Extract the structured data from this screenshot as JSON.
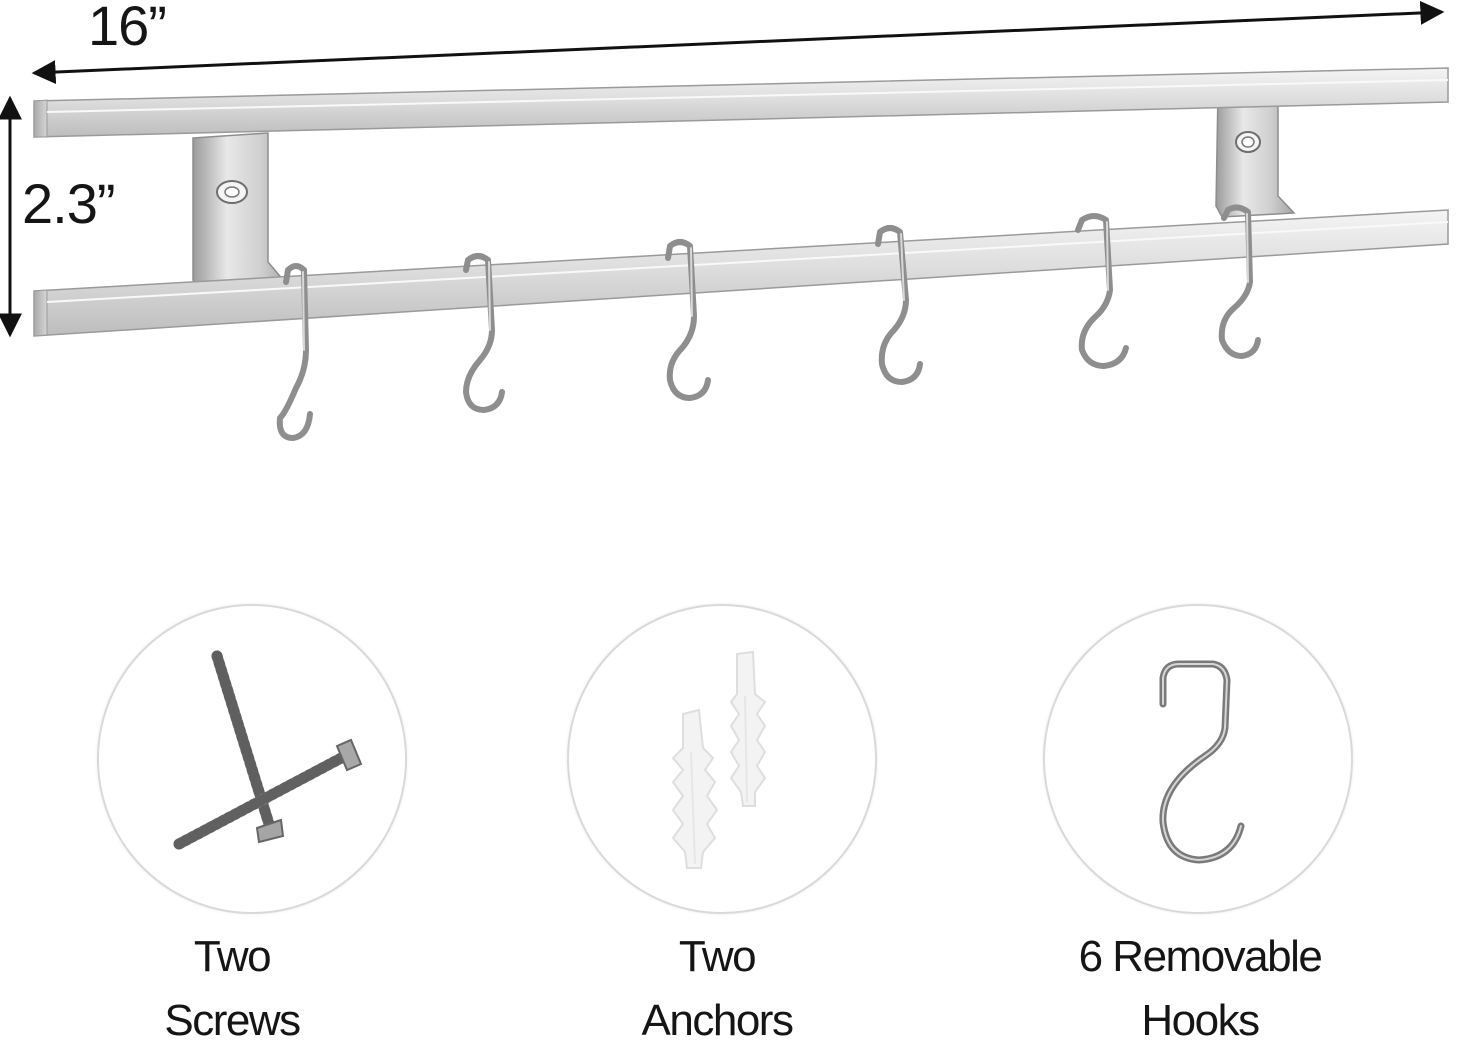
{
  "dimensions": {
    "width_label": "16”",
    "height_label": "2.3”"
  },
  "product": {
    "hook_count": 6
  },
  "accessories": [
    {
      "line1": "Two",
      "line2": "Screws",
      "icon": "screws-icon"
    },
    {
      "line1": "Two",
      "line2": "Anchors",
      "icon": "anchors-icon"
    },
    {
      "line1": "6 Removable",
      "line2": "Hooks",
      "icon": "s-hook-icon"
    }
  ],
  "colors": {
    "steel_light": "#e6e6e6",
    "steel_mid": "#c8c8c8",
    "steel_dark": "#8a8a8a",
    "hook_wire": "#9a9a9a",
    "anchor_white": "#f2f2f2"
  }
}
